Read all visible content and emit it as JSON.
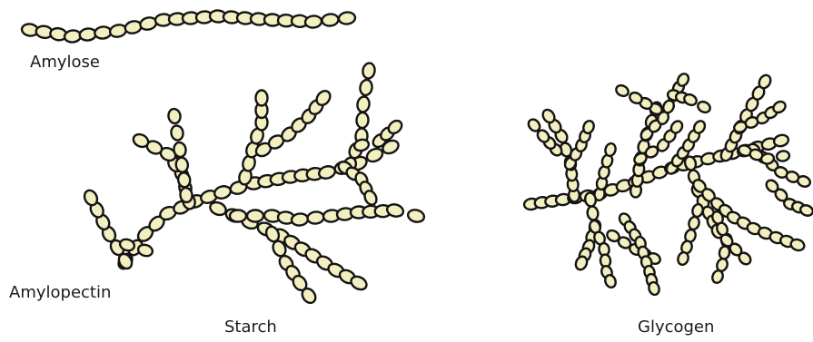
{
  "labels": {
    "amylose": "Amylose",
    "amylopectin": "Amylopectin",
    "starch": "Starch",
    "glycogen": "Glycogen"
  },
  "colors": {
    "bead_fill": "#f4efc0",
    "bead_stroke": "#141414"
  }
}
